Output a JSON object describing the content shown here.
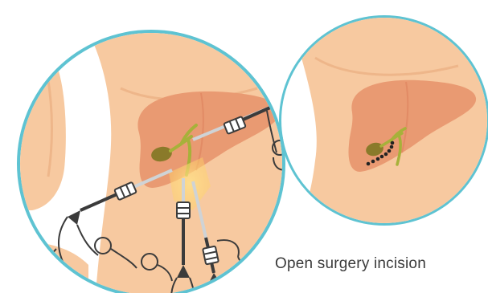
{
  "caption": "Open surgery incision",
  "colors": {
    "ring": "#5ec3d2",
    "skin": "#f7c9a0",
    "skin_shadow": "#eeb68a",
    "liver": "#e99a72",
    "liver_dark": "#de8560",
    "gallbladder": "#8a7a2a",
    "bile_duct": "#a7b13a",
    "instrument": "#3b3b3b",
    "trocar_metal": "#c8ccd0",
    "glow": "#ffd77a",
    "incision_dots": "#222222"
  },
  "panels": [
    {
      "name": "laparoscopic-panel",
      "icon": "laparoscopic-instruments-illustration"
    },
    {
      "name": "open-surgery-panel",
      "icon": "incision-dots-illustration"
    }
  ]
}
